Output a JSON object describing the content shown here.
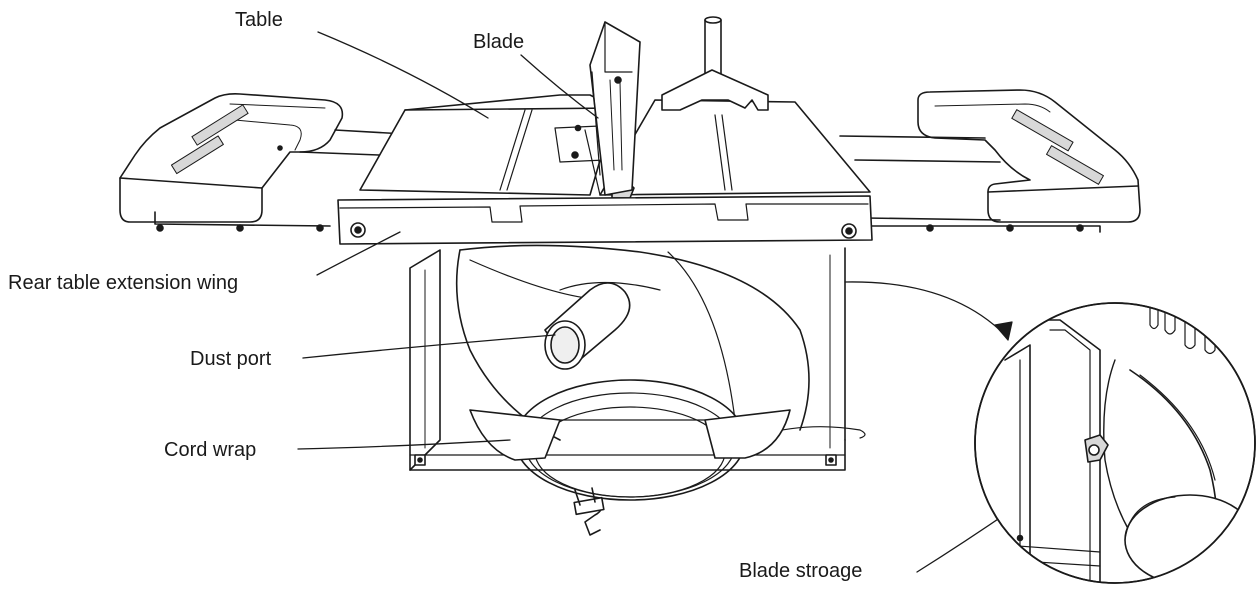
{
  "diagram": {
    "callouts": [
      {
        "id": "table",
        "text": "Table"
      },
      {
        "id": "blade",
        "text": "Blade"
      },
      {
        "id": "rear-wing",
        "text": "Rear table extension wing"
      },
      {
        "id": "dust-port",
        "text": "Dust port"
      },
      {
        "id": "cord-wrap",
        "text": "Cord wrap"
      },
      {
        "id": "blade-storage",
        "text": "Blade stroage"
      }
    ]
  },
  "colors": {
    "line": "#1a1a1a",
    "shade": "#d8d8d8",
    "light": "#efefef",
    "background": "#ffffff"
  }
}
